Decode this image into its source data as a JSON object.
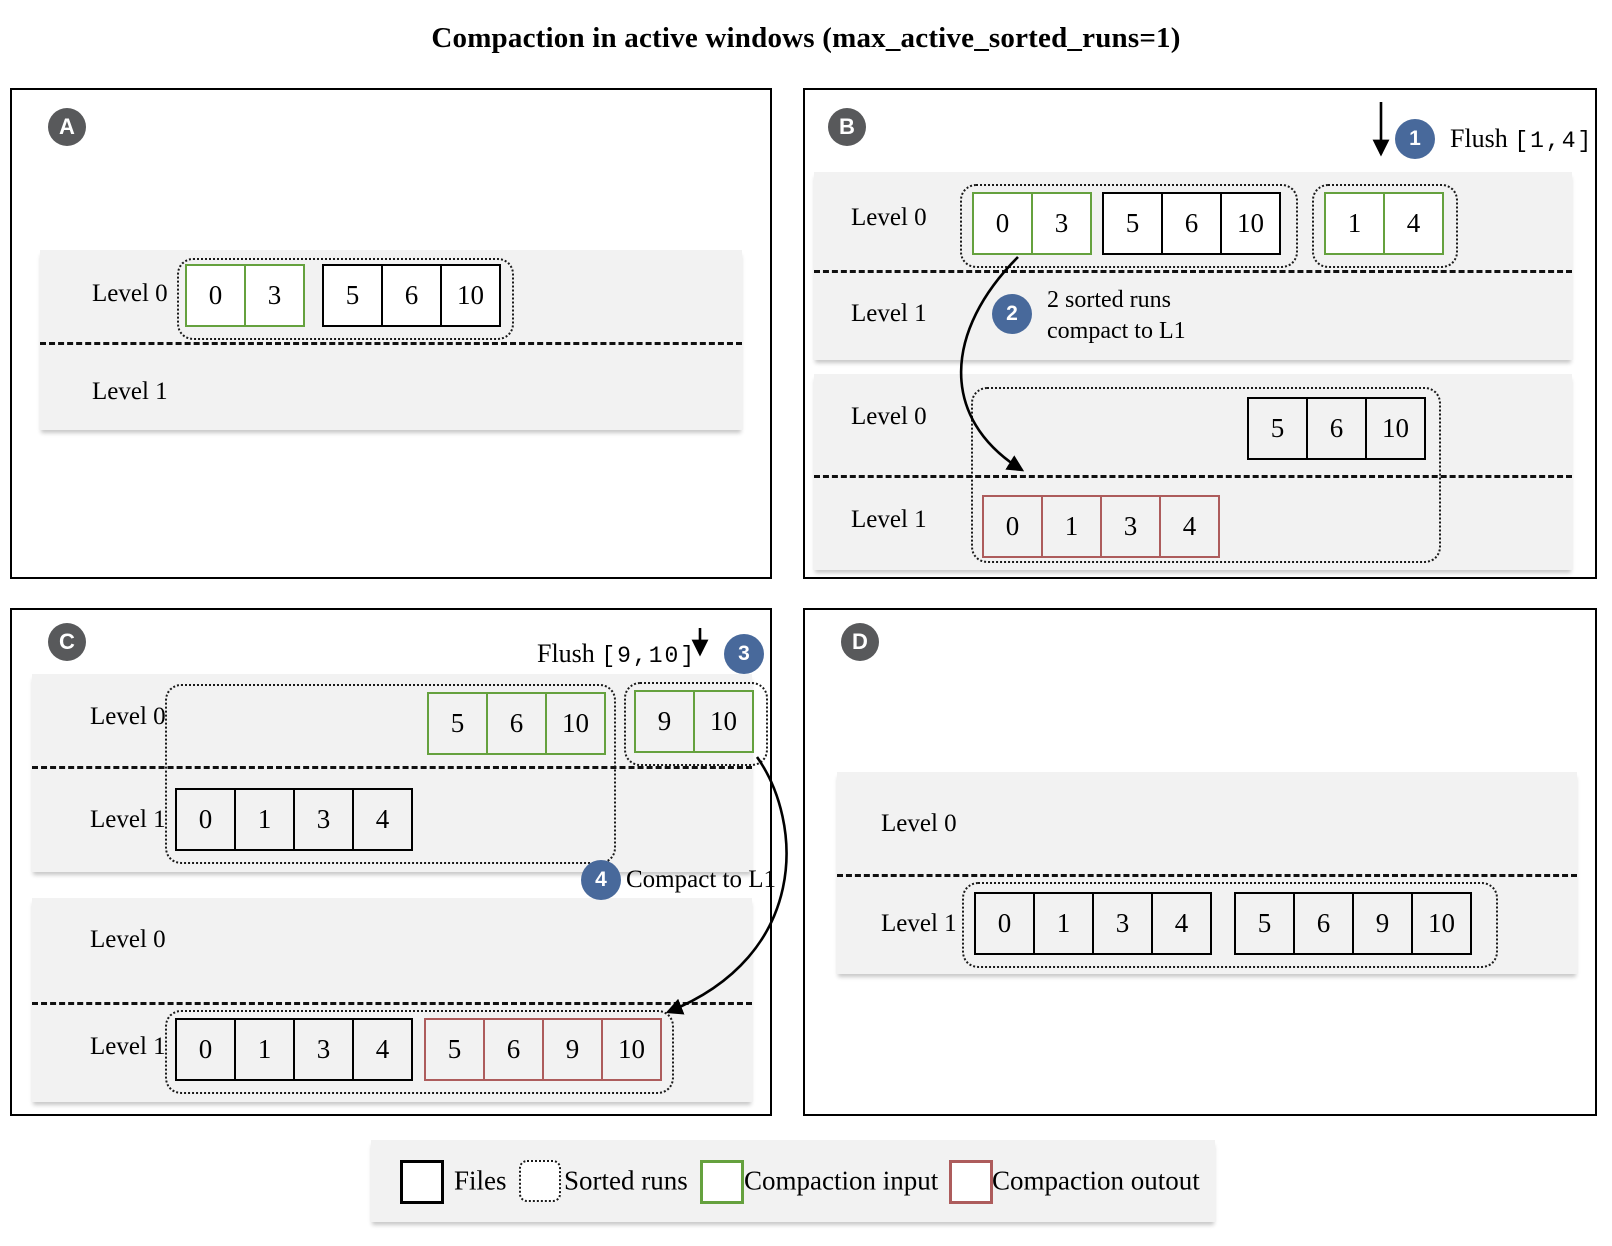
{
  "title": "Compaction in active windows (max_active_sorted_runs=1)",
  "labels": {
    "level0": "Level 0",
    "level1": "Level 1"
  },
  "colors": {
    "compaction_input_green": "#65a13e",
    "compaction_output_red": "#ad5c5c",
    "step_circle_blue": "#48699b",
    "panel_badge_gray": "#58595b",
    "level_band_gray": "#f2f2f2"
  },
  "panels": {
    "a": {
      "badge": "A",
      "band1": {
        "run_input_03": [
          "0",
          "3"
        ],
        "run_files_5610": [
          "5",
          "6",
          "10"
        ]
      }
    },
    "b": {
      "badge": "B",
      "steps": {
        "s1": {
          "num": "1",
          "text": "Flush",
          "range": "[1,4]"
        },
        "s2": {
          "num": "2",
          "line1": "2 sorted runs",
          "line2": "compact to L1"
        }
      },
      "band1": {
        "run_input_03": [
          "0",
          "3"
        ],
        "run_files_5610": [
          "5",
          "6",
          "10"
        ],
        "run_input_14": [
          "1",
          "4"
        ]
      },
      "band2": {
        "run_files_5610": [
          "5",
          "6",
          "10"
        ],
        "run_output_0134": [
          "0",
          "1",
          "3",
          "4"
        ]
      }
    },
    "c": {
      "badge": "C",
      "steps": {
        "s3": {
          "num": "3",
          "text": "Flush",
          "range": "[9,10]"
        },
        "s4": {
          "num": "4",
          "text": "Compact to L1"
        }
      },
      "band1": {
        "run_input_5610": [
          "5",
          "6",
          "10"
        ],
        "run_input_910": [
          "9",
          "10"
        ],
        "run_files_0134": [
          "0",
          "1",
          "3",
          "4"
        ]
      },
      "band2": {
        "run_files_0134": [
          "0",
          "1",
          "3",
          "4"
        ],
        "run_output_56910": [
          "5",
          "6",
          "9",
          "10"
        ]
      }
    },
    "d": {
      "badge": "D",
      "band1": {
        "run_files_0134": [
          "0",
          "1",
          "3",
          "4"
        ],
        "run_files_56910": [
          "5",
          "6",
          "9",
          "10"
        ]
      }
    }
  },
  "legend": {
    "files": "Files",
    "sorted_runs": "Sorted runs",
    "compaction_input": "Compaction input",
    "compaction_output": "Compaction outout"
  }
}
